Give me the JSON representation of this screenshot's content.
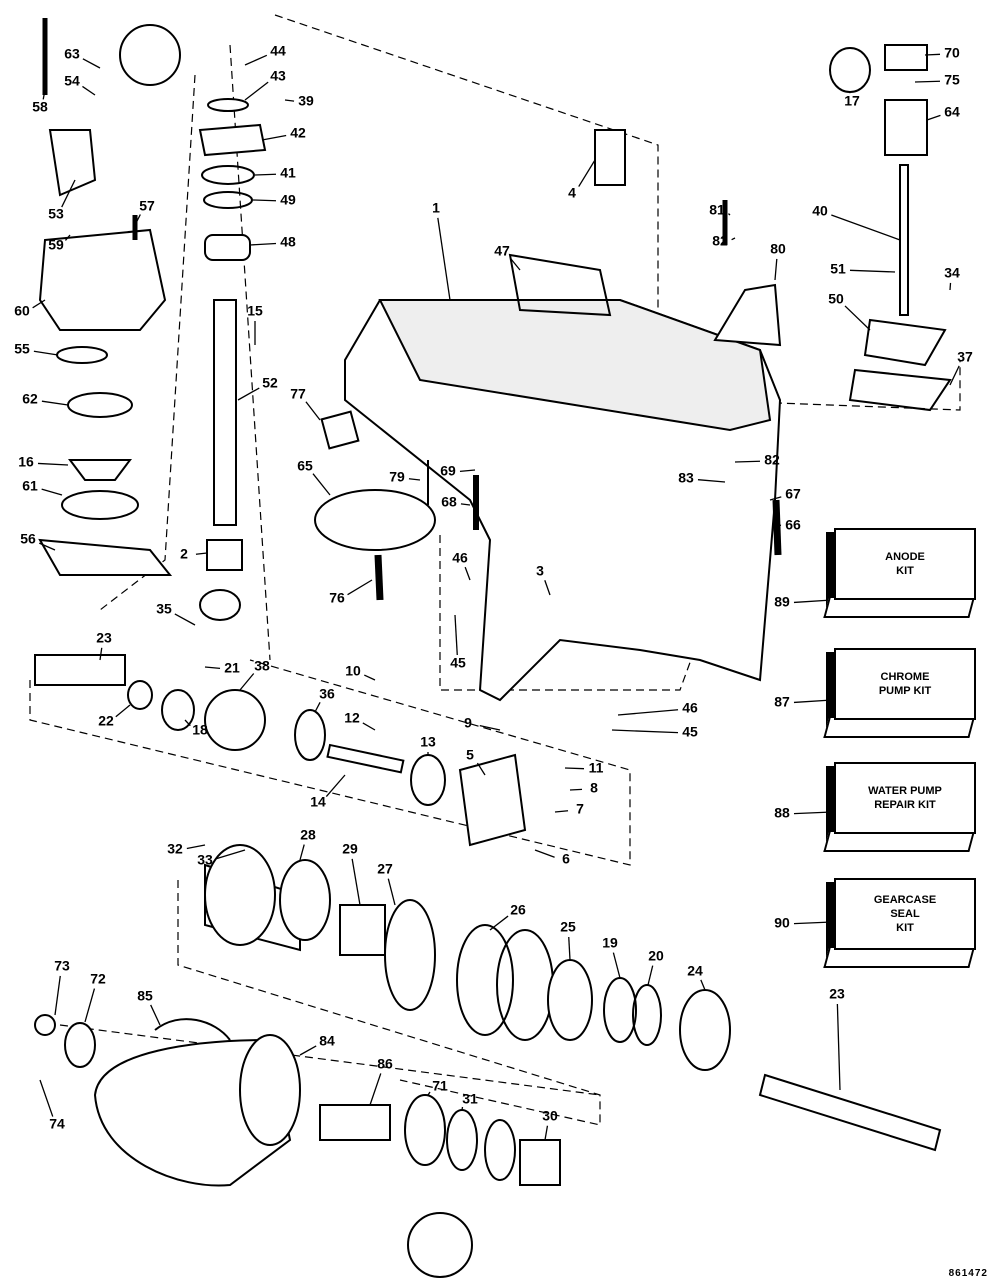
{
  "diagram": {
    "type": "exploded parts diagram",
    "callouts": [
      "58",
      "63",
      "54",
      "44",
      "43",
      "39",
      "42",
      "41",
      "49",
      "48",
      "57",
      "53",
      "59",
      "60",
      "15",
      "55",
      "52",
      "62",
      "16",
      "61",
      "56",
      "2",
      "23",
      "35",
      "21",
      "38",
      "22",
      "18",
      "36",
      "10",
      "12",
      "13",
      "14",
      "9",
      "5",
      "11",
      "8",
      "7",
      "6",
      "32",
      "33",
      "28",
      "29",
      "27",
      "26",
      "25",
      "19",
      "20",
      "24",
      "23",
      "73",
      "72",
      "85",
      "84",
      "86",
      "71",
      "31",
      "30",
      "74",
      "1",
      "47",
      "4",
      "77",
      "65",
      "79",
      "69",
      "68",
      "76",
      "46",
      "45",
      "3",
      "46",
      "45",
      "81",
      "82",
      "80",
      "82",
      "83",
      "67",
      "66",
      "17",
      "70",
      "75",
      "64",
      "40",
      "51",
      "34",
      "50",
      "37",
      "89",
      "87",
      "88",
      "90"
    ],
    "kits": [
      {
        "number": "89",
        "label": "ANODE\nKIT"
      },
      {
        "number": "87",
        "label": "CHROME\nPUMP KIT"
      },
      {
        "number": "88",
        "label": "WATER PUMP\nREPAIR KIT"
      },
      {
        "number": "90",
        "label": "GEARCASE\nSEAL\nKIT"
      }
    ],
    "drawing_code": "861472"
  }
}
